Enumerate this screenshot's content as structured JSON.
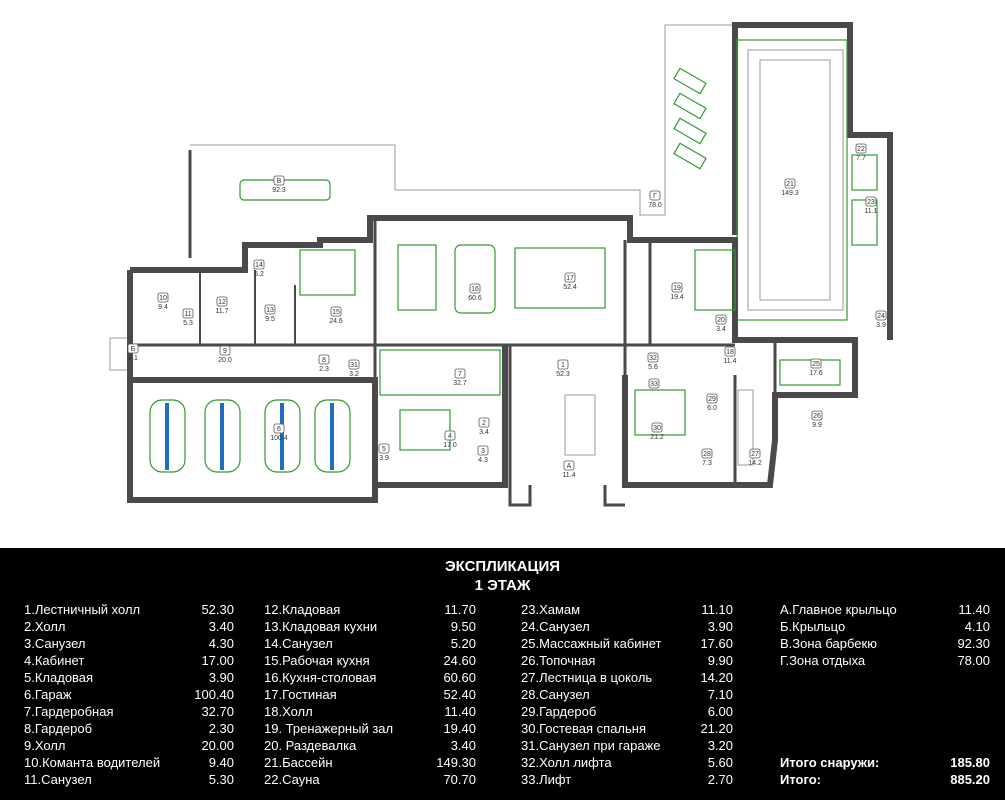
{
  "plan": {
    "rooms": [
      {
        "id": "В",
        "area": "92.3"
      },
      {
        "id": "Г",
        "area": "78.0"
      },
      {
        "id": "21",
        "area": "149.3"
      },
      {
        "id": "22",
        "area": "7.7"
      },
      {
        "id": "23",
        "area": "11.1"
      },
      {
        "id": "24",
        "area": "3.9"
      },
      {
        "id": "10",
        "area": "9.4"
      },
      {
        "id": "11",
        "area": "5.3"
      },
      {
        "id": "12",
        "area": "11.7"
      },
      {
        "id": "13",
        "area": "9.5"
      },
      {
        "id": "14",
        "area": "5.2"
      },
      {
        "id": "15",
        "area": "24.6"
      },
      {
        "id": "16",
        "area": "60.6"
      },
      {
        "id": "17",
        "area": "52.4"
      },
      {
        "id": "19",
        "area": "19.4"
      },
      {
        "id": "20",
        "area": "3.4"
      },
      {
        "id": "Б",
        "area": "4.1"
      },
      {
        "id": "9",
        "area": "20.0"
      },
      {
        "id": "8",
        "area": "2.3"
      },
      {
        "id": "31",
        "area": "3.2"
      },
      {
        "id": "7",
        "area": "32.7"
      },
      {
        "id": "1",
        "area": "52.3"
      },
      {
        "id": "32",
        "area": "5.6"
      },
      {
        "id": "18",
        "area": "11.4"
      },
      {
        "id": "25",
        "area": "17.6"
      },
      {
        "id": "33",
        "area": ""
      },
      {
        "id": "29",
        "area": "6.0"
      },
      {
        "id": "30",
        "area": "21.2"
      },
      {
        "id": "26",
        "area": "9.9"
      },
      {
        "id": "6",
        "area": "100.4"
      },
      {
        "id": "2",
        "area": "3.4"
      },
      {
        "id": "4",
        "area": "17.0"
      },
      {
        "id": "3",
        "area": "4.3"
      },
      {
        "id": "5",
        "area": "3.9"
      },
      {
        "id": "28",
        "area": "7.3"
      },
      {
        "id": "27",
        "area": "14.2"
      },
      {
        "id": "А",
        "area": "11.4"
      }
    ]
  },
  "legend": {
    "title": "ЭКСПЛИКАЦИЯ",
    "subtitle": "1 ЭТАЖ",
    "columns": [
      [
        {
          "name": "1.Лестничный холл",
          "value": "52.30"
        },
        {
          "name": "2.Холл",
          "value": "3.40"
        },
        {
          "name": "3.Санузел",
          "value": "4.30"
        },
        {
          "name": "4.Кабинет",
          "value": "17.00"
        },
        {
          "name": "5.Кладовая",
          "value": "3.90"
        },
        {
          "name": "6.Гараж",
          "value": "100.40"
        },
        {
          "name": "7.Гардеробная",
          "value": "32.70"
        },
        {
          "name": "8.Гардероб",
          "value": "2.30"
        },
        {
          "name": "9.Холл",
          "value": "20.00"
        },
        {
          "name": "10.Команта водителей",
          "value": "9.40"
        },
        {
          "name": "11.Санузел",
          "value": "5.30"
        }
      ],
      [
        {
          "name": "12.Кладовая",
          "value": "11.70"
        },
        {
          "name": "13.Кладовая кухни",
          "value": "9.50"
        },
        {
          "name": "14.Санузел",
          "value": "5.20"
        },
        {
          "name": "15.Рабочая кухня",
          "value": "24.60"
        },
        {
          "name": "16.Кухня-столовая",
          "value": "60.60"
        },
        {
          "name": "17.Гостиная",
          "value": "52.40"
        },
        {
          "name": "18.Холл",
          "value": "11.40"
        },
        {
          "name": "19. Тренажерный зал",
          "value": "19.40"
        },
        {
          "name": "20. Раздевалка",
          "value": "3.40"
        },
        {
          "name": "21.Бассейн",
          "value": "149.30"
        },
        {
          "name": "22.Сауна",
          "value": "70.70"
        }
      ],
      [
        {
          "name": "23.Хамам",
          "value": "11.10"
        },
        {
          "name": "24.Санузел",
          "value": "3.90"
        },
        {
          "name": "25.Массажный кабинет",
          "value": "17.60"
        },
        {
          "name": "26.Топочная",
          "value": "9.90"
        },
        {
          "name": "27.Лестница в цоколь",
          "value": "14.20"
        },
        {
          "name": "28.Санузел",
          "value": "7.10"
        },
        {
          "name": "29.Гардероб",
          "value": "6.00"
        },
        {
          "name": "30.Гостевая спальня",
          "value": "21.20"
        },
        {
          "name": "31.Санузел при гараже",
          "value": "3.20"
        },
        {
          "name": "32.Холл лифта",
          "value": "5.60"
        },
        {
          "name": "33.Лифт",
          "value": "2.70"
        }
      ],
      [
        {
          "name": "А.Главное крыльцо",
          "value": "11.40"
        },
        {
          "name": "Б.Крыльцо",
          "value": "4.10"
        },
        {
          "name": "В.Зона барбекю",
          "value": "92.30"
        },
        {
          "name": "Г.Зона отдыха",
          "value": "78.00"
        }
      ]
    ],
    "totals": [
      {
        "name": "Итого снаружи:",
        "value": "185.80"
      },
      {
        "name": "Итого:",
        "value": "885.20"
      }
    ]
  }
}
